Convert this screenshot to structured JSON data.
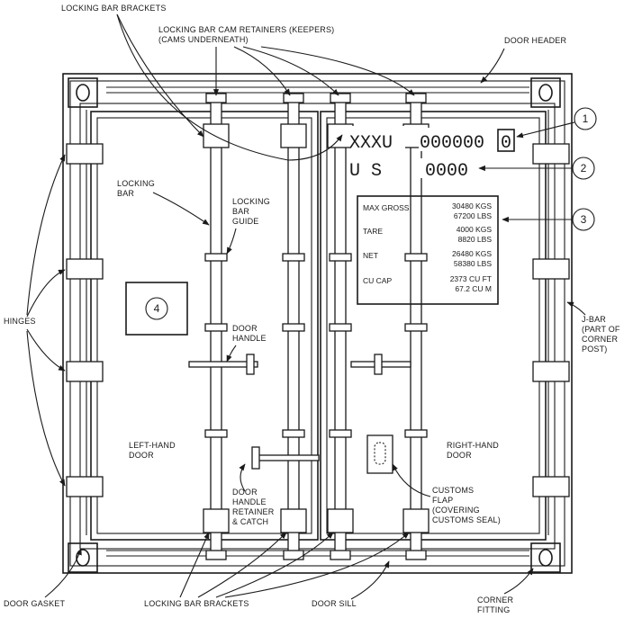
{
  "labels": {
    "locking_bar_brackets_top": "LOCKING BAR BRACKETS",
    "cam_retainers_1": "LOCKING BAR CAM RETAINERS (KEEPERS)",
    "cam_retainers_2": "(CAMS UNDERNEATH)",
    "door_header": "DOOR HEADER",
    "locking_bar_1": "LOCKING",
    "locking_bar_2": "BAR",
    "locking_bar_guide_1": "LOCKING",
    "locking_bar_guide_2": "BAR",
    "locking_bar_guide_3": "GUIDE",
    "hinges": "HINGES",
    "door_handle_1": "DOOR",
    "door_handle_2": "HANDLE",
    "left_door_1": "LEFT-HAND",
    "left_door_2": "DOOR",
    "right_door_1": "RIGHT-HAND",
    "right_door_2": "DOOR",
    "retainer_1": "DOOR",
    "retainer_2": "HANDLE",
    "retainer_3": "RETAINER",
    "retainer_4": "& CATCH",
    "customs_1": "CUSTOMS",
    "customs_2": "FLAP",
    "customs_3": "(COVERING",
    "customs_4": "CUSTOMS SEAL)",
    "jbar_1": "J-BAR",
    "jbar_2": "(PART OF",
    "jbar_3": "CORNER",
    "jbar_4": "POST)",
    "door_gasket": "DOOR GASKET",
    "locking_bar_brackets_bottom": "LOCKING BAR BRACKETS",
    "door_sill": "DOOR SILL",
    "corner_fitting_1": "CORNER",
    "corner_fitting_2": "FITTING"
  },
  "markings": {
    "owner_code": "XXXU",
    "serial": "000000",
    "check_digit": "0",
    "country": "U S",
    "size_type": "0000"
  },
  "plate": {
    "rows": [
      {
        "name": "MAX GROSS",
        "v1": "30480 KGS",
        "v2": "67200 LBS"
      },
      {
        "name": "TARE",
        "v1": "4000 KGS",
        "v2": "8820 LBS"
      },
      {
        "name": "NET",
        "v1": "26480 KGS",
        "v2": "58380 LBS"
      },
      {
        "name": "CU CAP",
        "v1": "2373 CU FT",
        "v2": "67.2 CU M"
      }
    ]
  },
  "callouts": [
    "1",
    "2",
    "3",
    "4"
  ]
}
